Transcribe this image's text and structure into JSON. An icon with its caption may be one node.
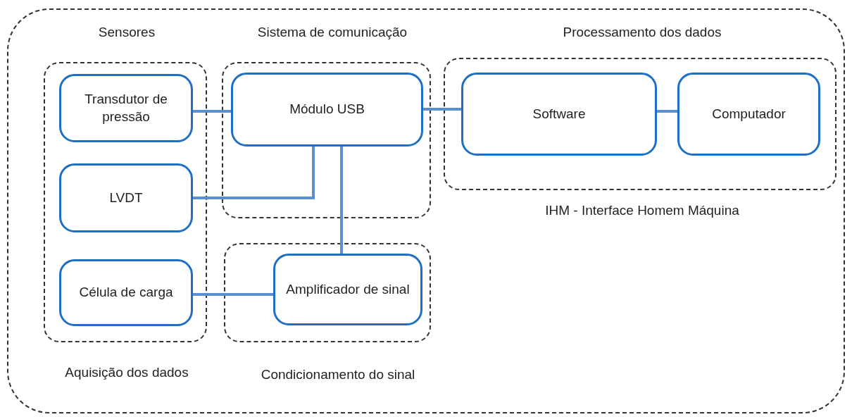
{
  "diagram": {
    "nodes": [
      {
        "text": [],
        "shape": "box"
      },
      {
        "text": [
          "Sensores",
          "Aquisição dos dados"
        ],
        "in": 0
      },
      {
        "text": [
          "Transdutor de pressão"
        ],
        "in": 1
      },
      {
        "text": [
          "LVDT"
        ],
        "in": 1
      },
      {
        "text": [
          "Célula de carga"
        ],
        "in": 1
      },
      {
        "text": [
          "Sistema de comunicação"
        ],
        "in": 0
      },
      {
        "text": [
          "Módulo USB"
        ],
        "in": 5
      },
      {
        "text": [
          "Condicionamento do sinal"
        ],
        "in": 0
      },
      {
        "text": [
          "Amplificador de sinal"
        ],
        "in": 7
      },
      {
        "text": [
          "Processamento dos dados",
          "IHM - Interface Homem Máquina"
        ],
        "in": 0
      },
      {
        "text": [
          "Software"
        ],
        "in": 9
      },
      {
        "text": [
          "Computador"
        ],
        "in": 9
      }
    ],
    "edges": [
      {
        "from": 2,
        "to": 6,
        "arrow": "none"
      },
      {
        "from": 3,
        "to": 6,
        "arrow": "none"
      },
      {
        "from": 4,
        "to": 8,
        "arrow": "none"
      },
      {
        "from": 8,
        "to": 6,
        "arrow": "none"
      },
      {
        "from": 6,
        "to": 10,
        "arrow": "none"
      },
      {
        "from": 10,
        "to": 11,
        "arrow": "none"
      }
    ]
  }
}
